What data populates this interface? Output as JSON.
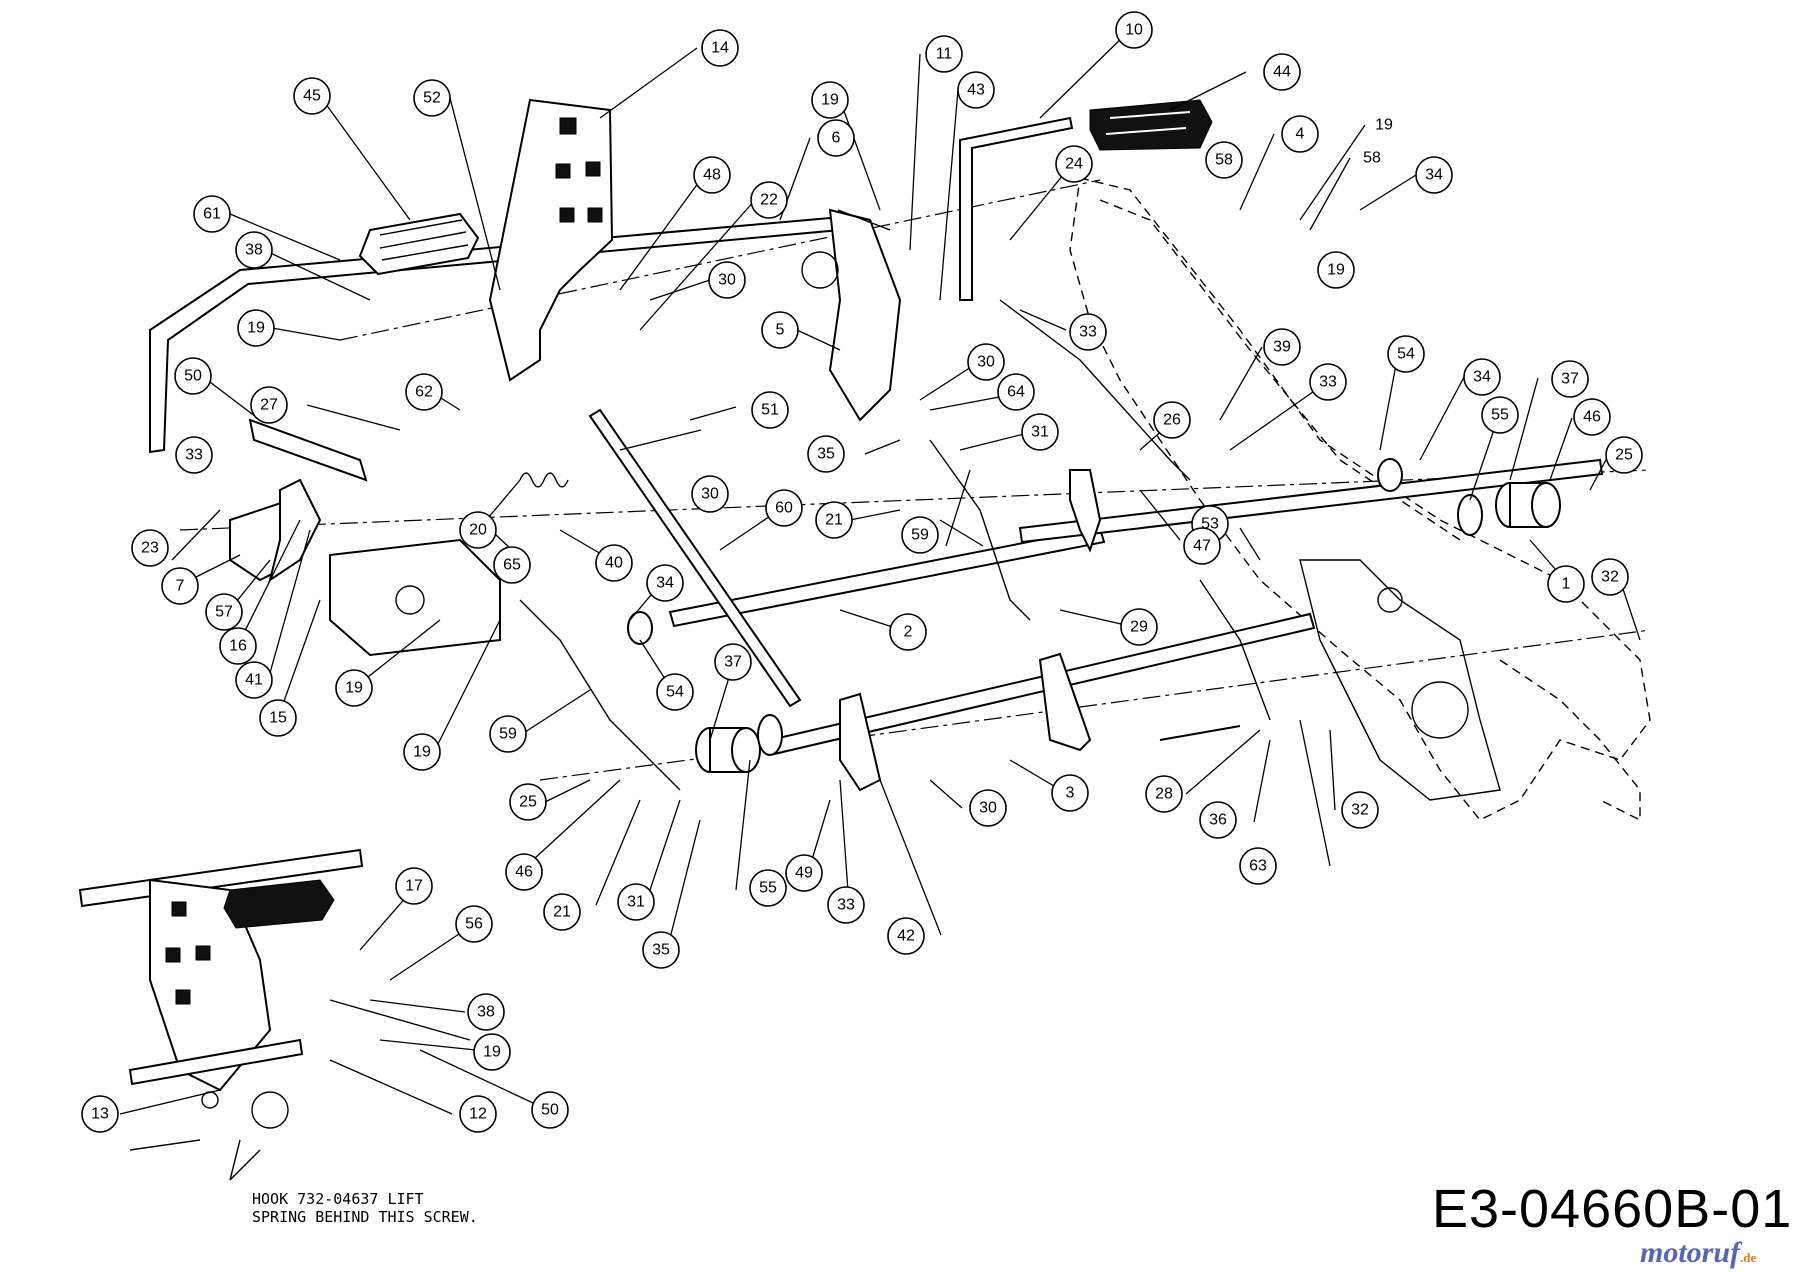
{
  "drawing_code": "E3-04660B-01",
  "note": {
    "line1": "HOOK 732-04637 LIFT",
    "line2": "SPRING BEHIND THIS SCREW."
  },
  "watermark": {
    "name": "motoruf",
    "tld": ".de"
  },
  "callouts": [
    {
      "label": "14"
    },
    {
      "label": "10"
    },
    {
      "label": "11"
    },
    {
      "label": "43"
    },
    {
      "label": "44"
    },
    {
      "label": "45"
    },
    {
      "label": "52"
    },
    {
      "label": "19"
    },
    {
      "label": "6"
    },
    {
      "label": "4"
    },
    {
      "label": "19"
    },
    {
      "label": "58"
    },
    {
      "label": "58"
    },
    {
      "label": "34"
    },
    {
      "label": "61"
    },
    {
      "label": "48"
    },
    {
      "label": "22"
    },
    {
      "label": "24"
    },
    {
      "label": "19"
    },
    {
      "label": "38"
    },
    {
      "label": "30"
    },
    {
      "label": "19"
    },
    {
      "label": "5"
    },
    {
      "label": "33"
    },
    {
      "label": "50"
    },
    {
      "label": "51"
    },
    {
      "label": "39"
    },
    {
      "label": "54"
    },
    {
      "label": "34"
    },
    {
      "label": "37"
    },
    {
      "label": "62"
    },
    {
      "label": "27"
    },
    {
      "label": "30"
    },
    {
      "label": "33"
    },
    {
      "label": "64"
    },
    {
      "label": "33"
    },
    {
      "label": "55"
    },
    {
      "label": "46"
    },
    {
      "label": "25"
    },
    {
      "label": "26"
    },
    {
      "label": "35"
    },
    {
      "label": "31"
    },
    {
      "label": "30"
    },
    {
      "label": "20"
    },
    {
      "label": "60"
    },
    {
      "label": "21"
    },
    {
      "label": "53"
    },
    {
      "label": "23"
    },
    {
      "label": "59"
    },
    {
      "label": "47"
    },
    {
      "label": "1"
    },
    {
      "label": "32"
    },
    {
      "label": "7"
    },
    {
      "label": "65"
    },
    {
      "label": "40"
    },
    {
      "label": "29"
    },
    {
      "label": "57"
    },
    {
      "label": "34"
    },
    {
      "label": "2"
    },
    {
      "label": "16"
    },
    {
      "label": "41"
    },
    {
      "label": "19"
    },
    {
      "label": "54"
    },
    {
      "label": "37"
    },
    {
      "label": "15"
    },
    {
      "label": "59"
    },
    {
      "label": "19"
    },
    {
      "label": "3"
    },
    {
      "label": "25"
    },
    {
      "label": "30"
    },
    {
      "label": "28"
    },
    {
      "label": "32"
    },
    {
      "label": "36"
    },
    {
      "label": "46"
    },
    {
      "label": "63"
    },
    {
      "label": "55"
    },
    {
      "label": "49"
    },
    {
      "label": "21"
    },
    {
      "label": "31"
    },
    {
      "label": "33"
    },
    {
      "label": "42"
    },
    {
      "label": "35"
    },
    {
      "label": "17"
    },
    {
      "label": "56"
    },
    {
      "label": "38"
    },
    {
      "label": "19"
    },
    {
      "label": "13"
    },
    {
      "label": "12"
    },
    {
      "label": "50"
    }
  ]
}
